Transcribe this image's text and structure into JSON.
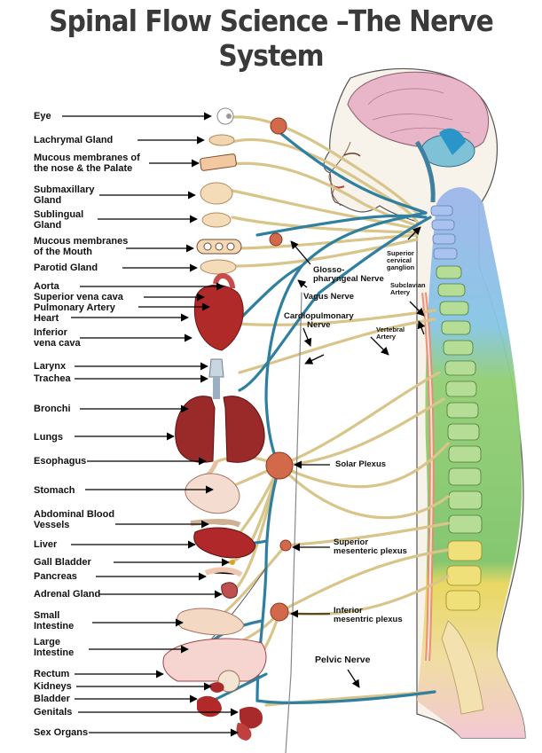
{
  "title": "Spinal Flow Science –The Nerve System",
  "left_labels": [
    {
      "id": "eye",
      "text": "Eye"
    },
    {
      "id": "lachrymal",
      "text": "Lachrymal Gland"
    },
    {
      "id": "mucous_nose",
      "text": "Mucous membranes of\nthe nose & the Palate"
    },
    {
      "id": "submaxillary",
      "text": "Submaxillary\nGland"
    },
    {
      "id": "sublingual",
      "text": "Sublingual\nGland"
    },
    {
      "id": "mucous_mouth",
      "text": "Mucous membranes\nof the Mouth"
    },
    {
      "id": "parotid",
      "text": "Parotid Gland"
    },
    {
      "id": "aorta",
      "text": "Aorta"
    },
    {
      "id": "superior_vena_cava",
      "text": "Superior vena cava"
    },
    {
      "id": "pulmonary_artery",
      "text": "Pulmonary Artery"
    },
    {
      "id": "heart",
      "text": "Heart"
    },
    {
      "id": "inferior_vena_cava",
      "text": "Inferior\nvena cava"
    },
    {
      "id": "larynx",
      "text": "Larynx"
    },
    {
      "id": "trachea",
      "text": "Trachea"
    },
    {
      "id": "bronchi",
      "text": "Bronchi"
    },
    {
      "id": "lungs",
      "text": "Lungs"
    },
    {
      "id": "esophagus",
      "text": "Esophagus"
    },
    {
      "id": "stomach",
      "text": "Stomach"
    },
    {
      "id": "abdominal_blood_vessels",
      "text": "Abdominal Blood\nVessels"
    },
    {
      "id": "liver",
      "text": "Liver"
    },
    {
      "id": "gall_bladder",
      "text": "Gall Bladder"
    },
    {
      "id": "pancreas",
      "text": "Pancreas"
    },
    {
      "id": "adrenal_gland",
      "text": "Adrenal Gland"
    },
    {
      "id": "small_intestine",
      "text": "Small\nIntestine"
    },
    {
      "id": "large_intestine",
      "text": "Large\nIntestine"
    },
    {
      "id": "rectum",
      "text": "Rectum"
    },
    {
      "id": "kidneys",
      "text": "Kidneys"
    },
    {
      "id": "bladder",
      "text": "Bladder"
    },
    {
      "id": "genitals",
      "text": "Genitals"
    },
    {
      "id": "sex_organs",
      "text": "Sex Organs"
    }
  ],
  "nerve_labels": [
    {
      "id": "glossopharyngeal",
      "text": "Glosso-\npharyngeal Nerve"
    },
    {
      "id": "vagus",
      "text": "Vagus Nerve"
    },
    {
      "id": "cardiopulmonary",
      "text": "Cardiopulmonary\nNerve"
    },
    {
      "id": "superior_cervical",
      "text": "Superior\ncervical\nganglion"
    },
    {
      "id": "subclavian",
      "text": "Subclavian\nArtery"
    },
    {
      "id": "vertebral",
      "text": "Vertebral\nArtery"
    },
    {
      "id": "solar_plexus",
      "text": "Solar Plexus"
    },
    {
      "id": "superior_mesenteric",
      "text": "Superior\nmesenteric plexus"
    },
    {
      "id": "inferior_mesenteric",
      "text": "Inferior\nmesentric plexus"
    },
    {
      "id": "pelvic",
      "text": "Pelvic Nerve"
    }
  ],
  "colors": {
    "nerve_tan": "#d9c48a",
    "nerve_blue": "#2f7fa0",
    "ganglion": "#d2694a",
    "organ_red": "#a8282a",
    "spine_green": "#8cc96a",
    "spine_yellow": "#e6d25a",
    "spine_blue": "#8fb0e0",
    "brain_pink": "#e8b6c8"
  }
}
